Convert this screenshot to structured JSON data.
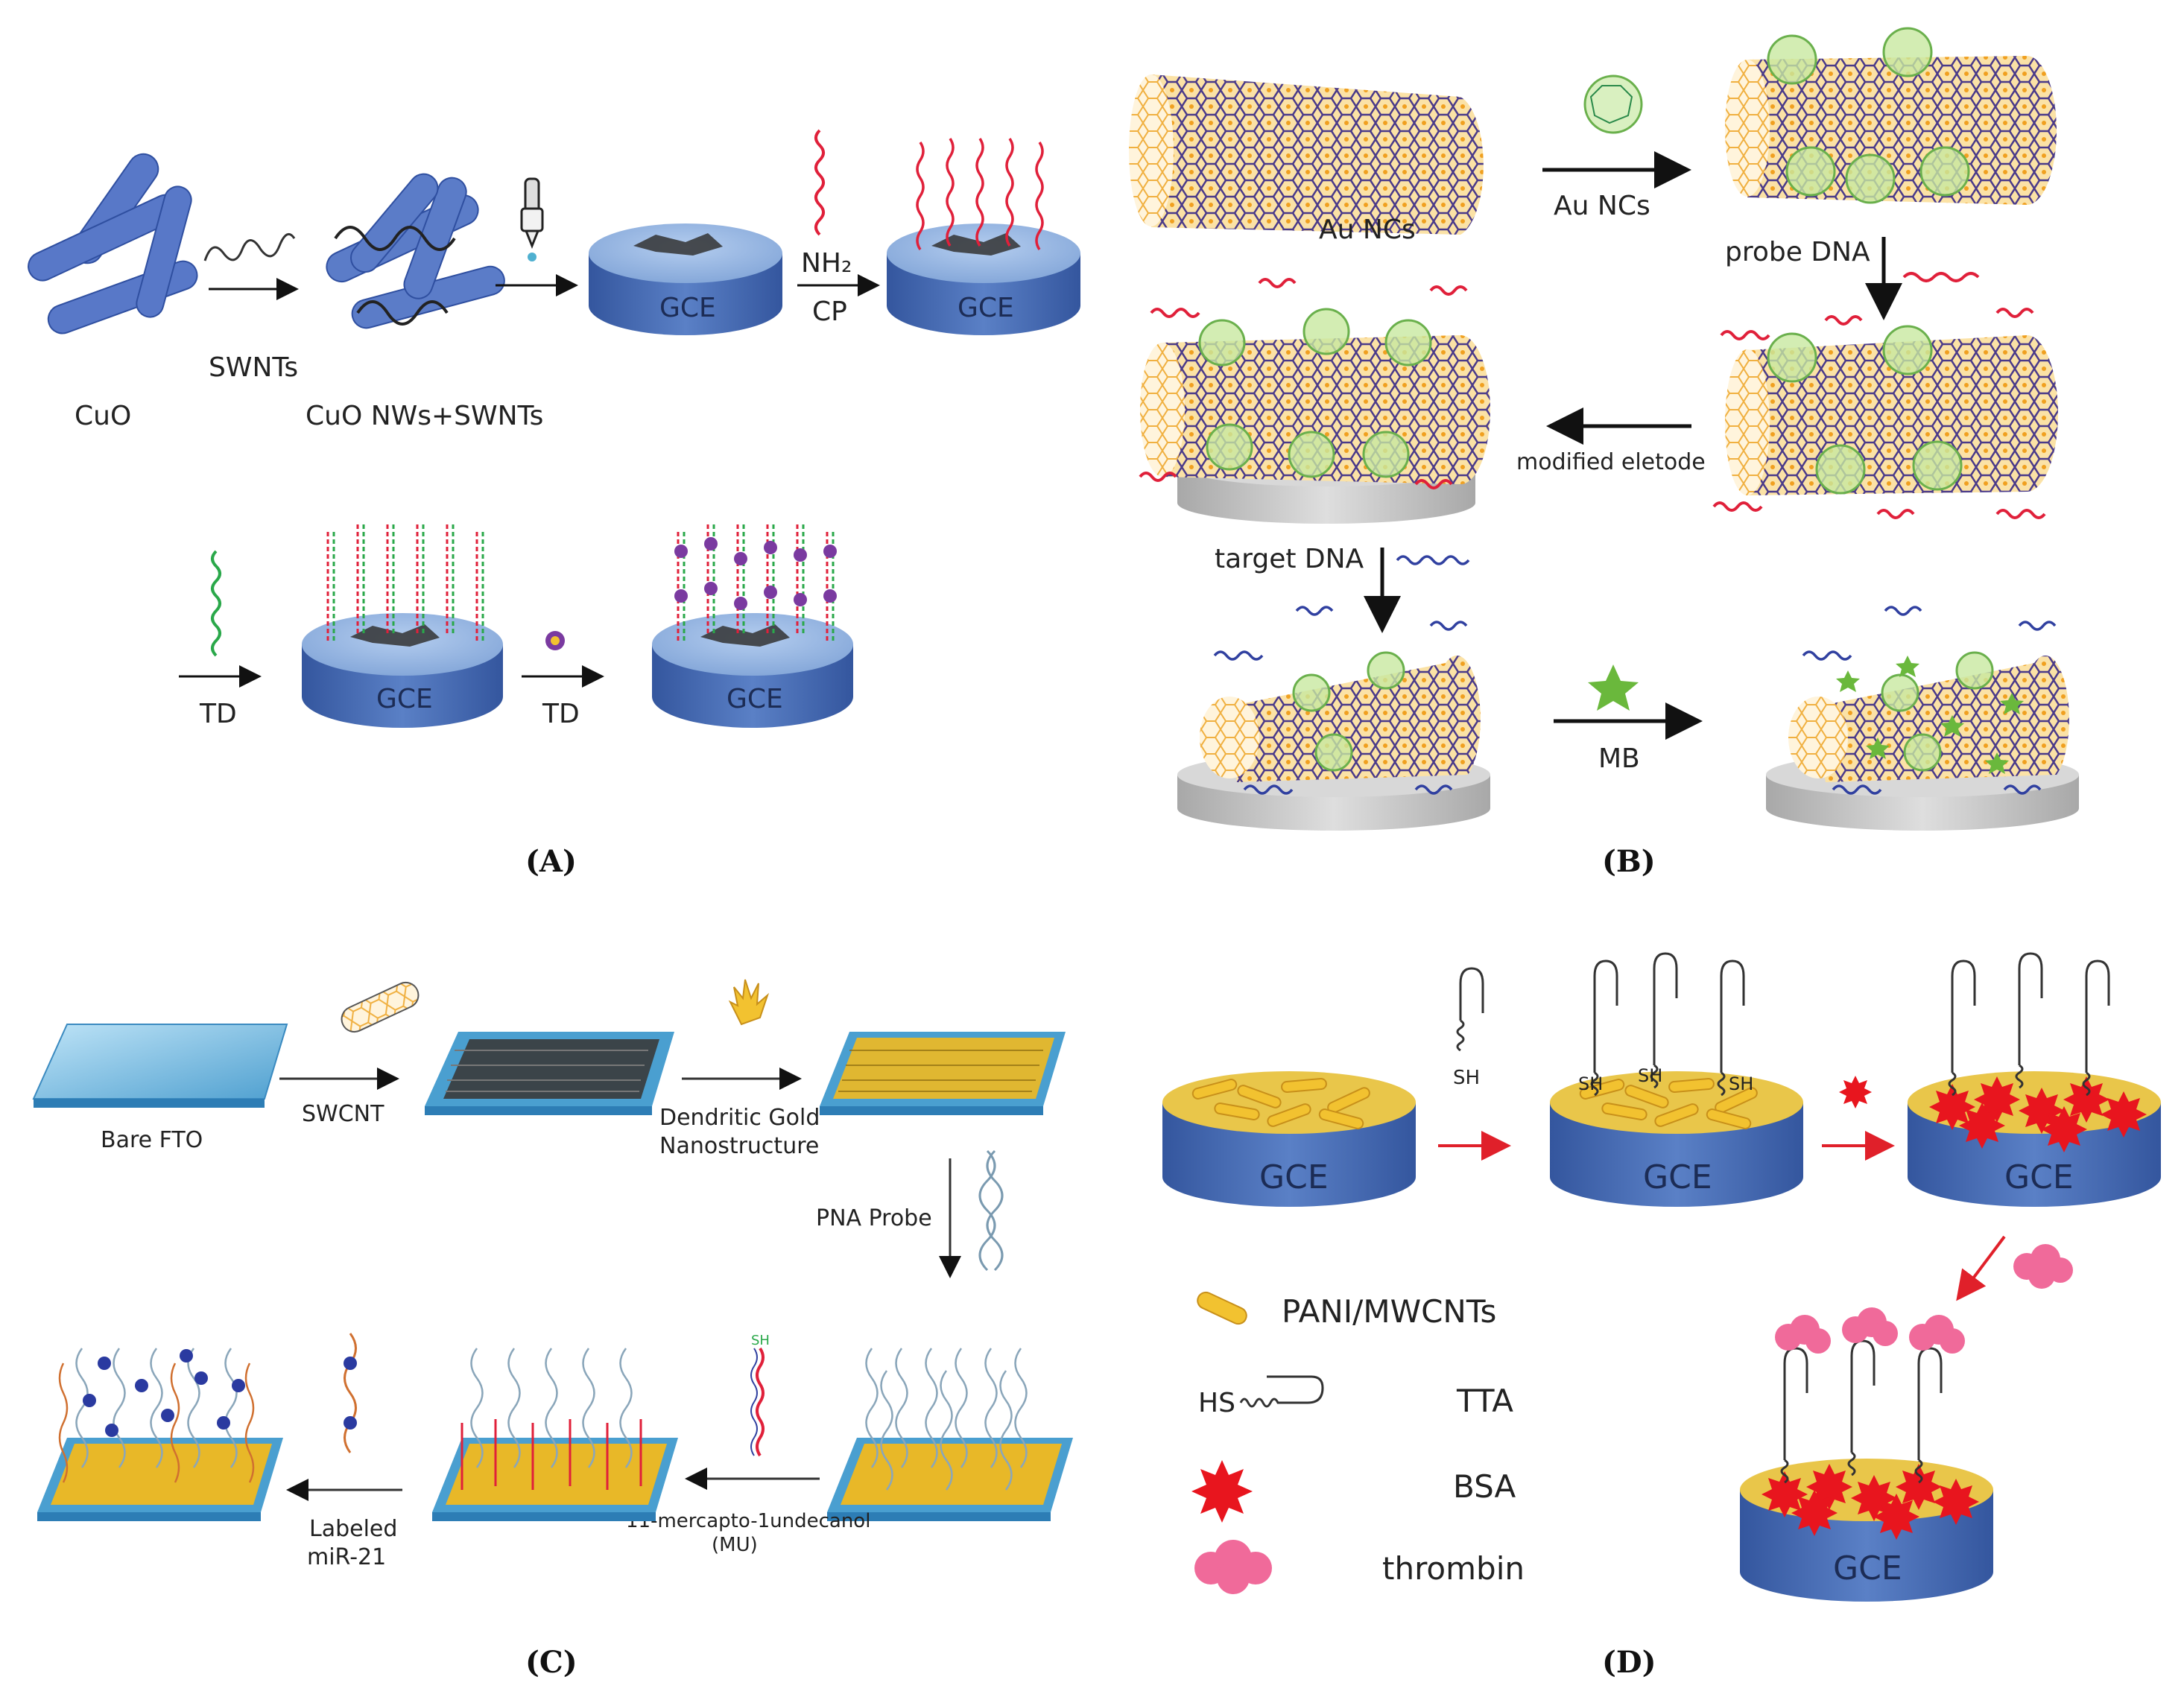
{
  "panels": {
    "A": {
      "caption": "(A)",
      "labels": {
        "cuo": "CuO",
        "swnts": "SWNTs",
        "cuo_nws_swnts": "CuO NWs+SWNTs",
        "nh2": "NH₂",
        "cp": "CP",
        "td1": "TD",
        "td2": "TD"
      },
      "electrode": "GCE"
    },
    "B": {
      "caption": "(B)",
      "labels": {
        "au_ncs_top": "Au NCs",
        "au_ncs_arrow": "Au NCs",
        "probe_dna": "probe DNA",
        "modified_electrode": "modified eletode",
        "target_dna": "target DNA",
        "mb": "MB"
      }
    },
    "C": {
      "caption": "(C)",
      "labels": {
        "bare_fto": "Bare FTO",
        "swcnt": "SWCNT",
        "dendritic_1": "Dendritic Gold",
        "dendritic_2": "Nanostructure",
        "pna_probe": "PNA Probe",
        "mu_1": "11-mercapto-1undecanol",
        "mu_2": "(MU)",
        "labeled_1": "Labeled",
        "labeled_2": "miR-21",
        "sh": "SH"
      }
    },
    "D": {
      "caption": "(D)",
      "electrode": "GCE",
      "sh": "SH",
      "legend": {
        "pani": "PANI/MWCNTs",
        "hs": "HS",
        "tta": "TTA",
        "bsa": "BSA",
        "thrombin": "thrombin"
      }
    }
  },
  "colors": {
    "electrode_top": "#8fb2e0",
    "electrode_side": "#3f64b0",
    "grey_electrode": "#c9c9c9",
    "dna_red": "#e0203a",
    "dna_blue": "#3040a0",
    "dna_green": "#2aa84a",
    "gold": "#f2c230",
    "bsa_red": "#e8151e",
    "thrombin_pink": "#f06a9a",
    "arrow_red": "#e0202a"
  }
}
